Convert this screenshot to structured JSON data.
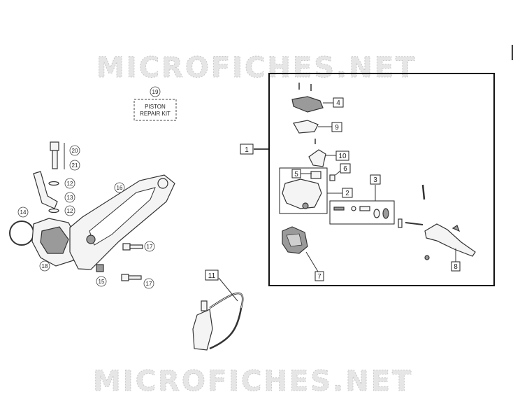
{
  "watermark": "MICROFICHES.NET",
  "kit_box": {
    "number": "19",
    "line1": "PISTON",
    "line2": "REPAIR KIT"
  },
  "callouts": {
    "c1": "1",
    "c2": "2",
    "c3": "3",
    "c4": "4",
    "c5": "5",
    "c6": "6",
    "c7": "7",
    "c8": "8",
    "c9": "9",
    "c10": "10",
    "c11": "11",
    "c12a": "12",
    "c12b": "12",
    "c13": "13",
    "c14": "14",
    "c15": "15",
    "c16": "16",
    "c17a": "17",
    "c17b": "17",
    "c18": "18",
    "c20": "20",
    "c21": "21"
  }
}
